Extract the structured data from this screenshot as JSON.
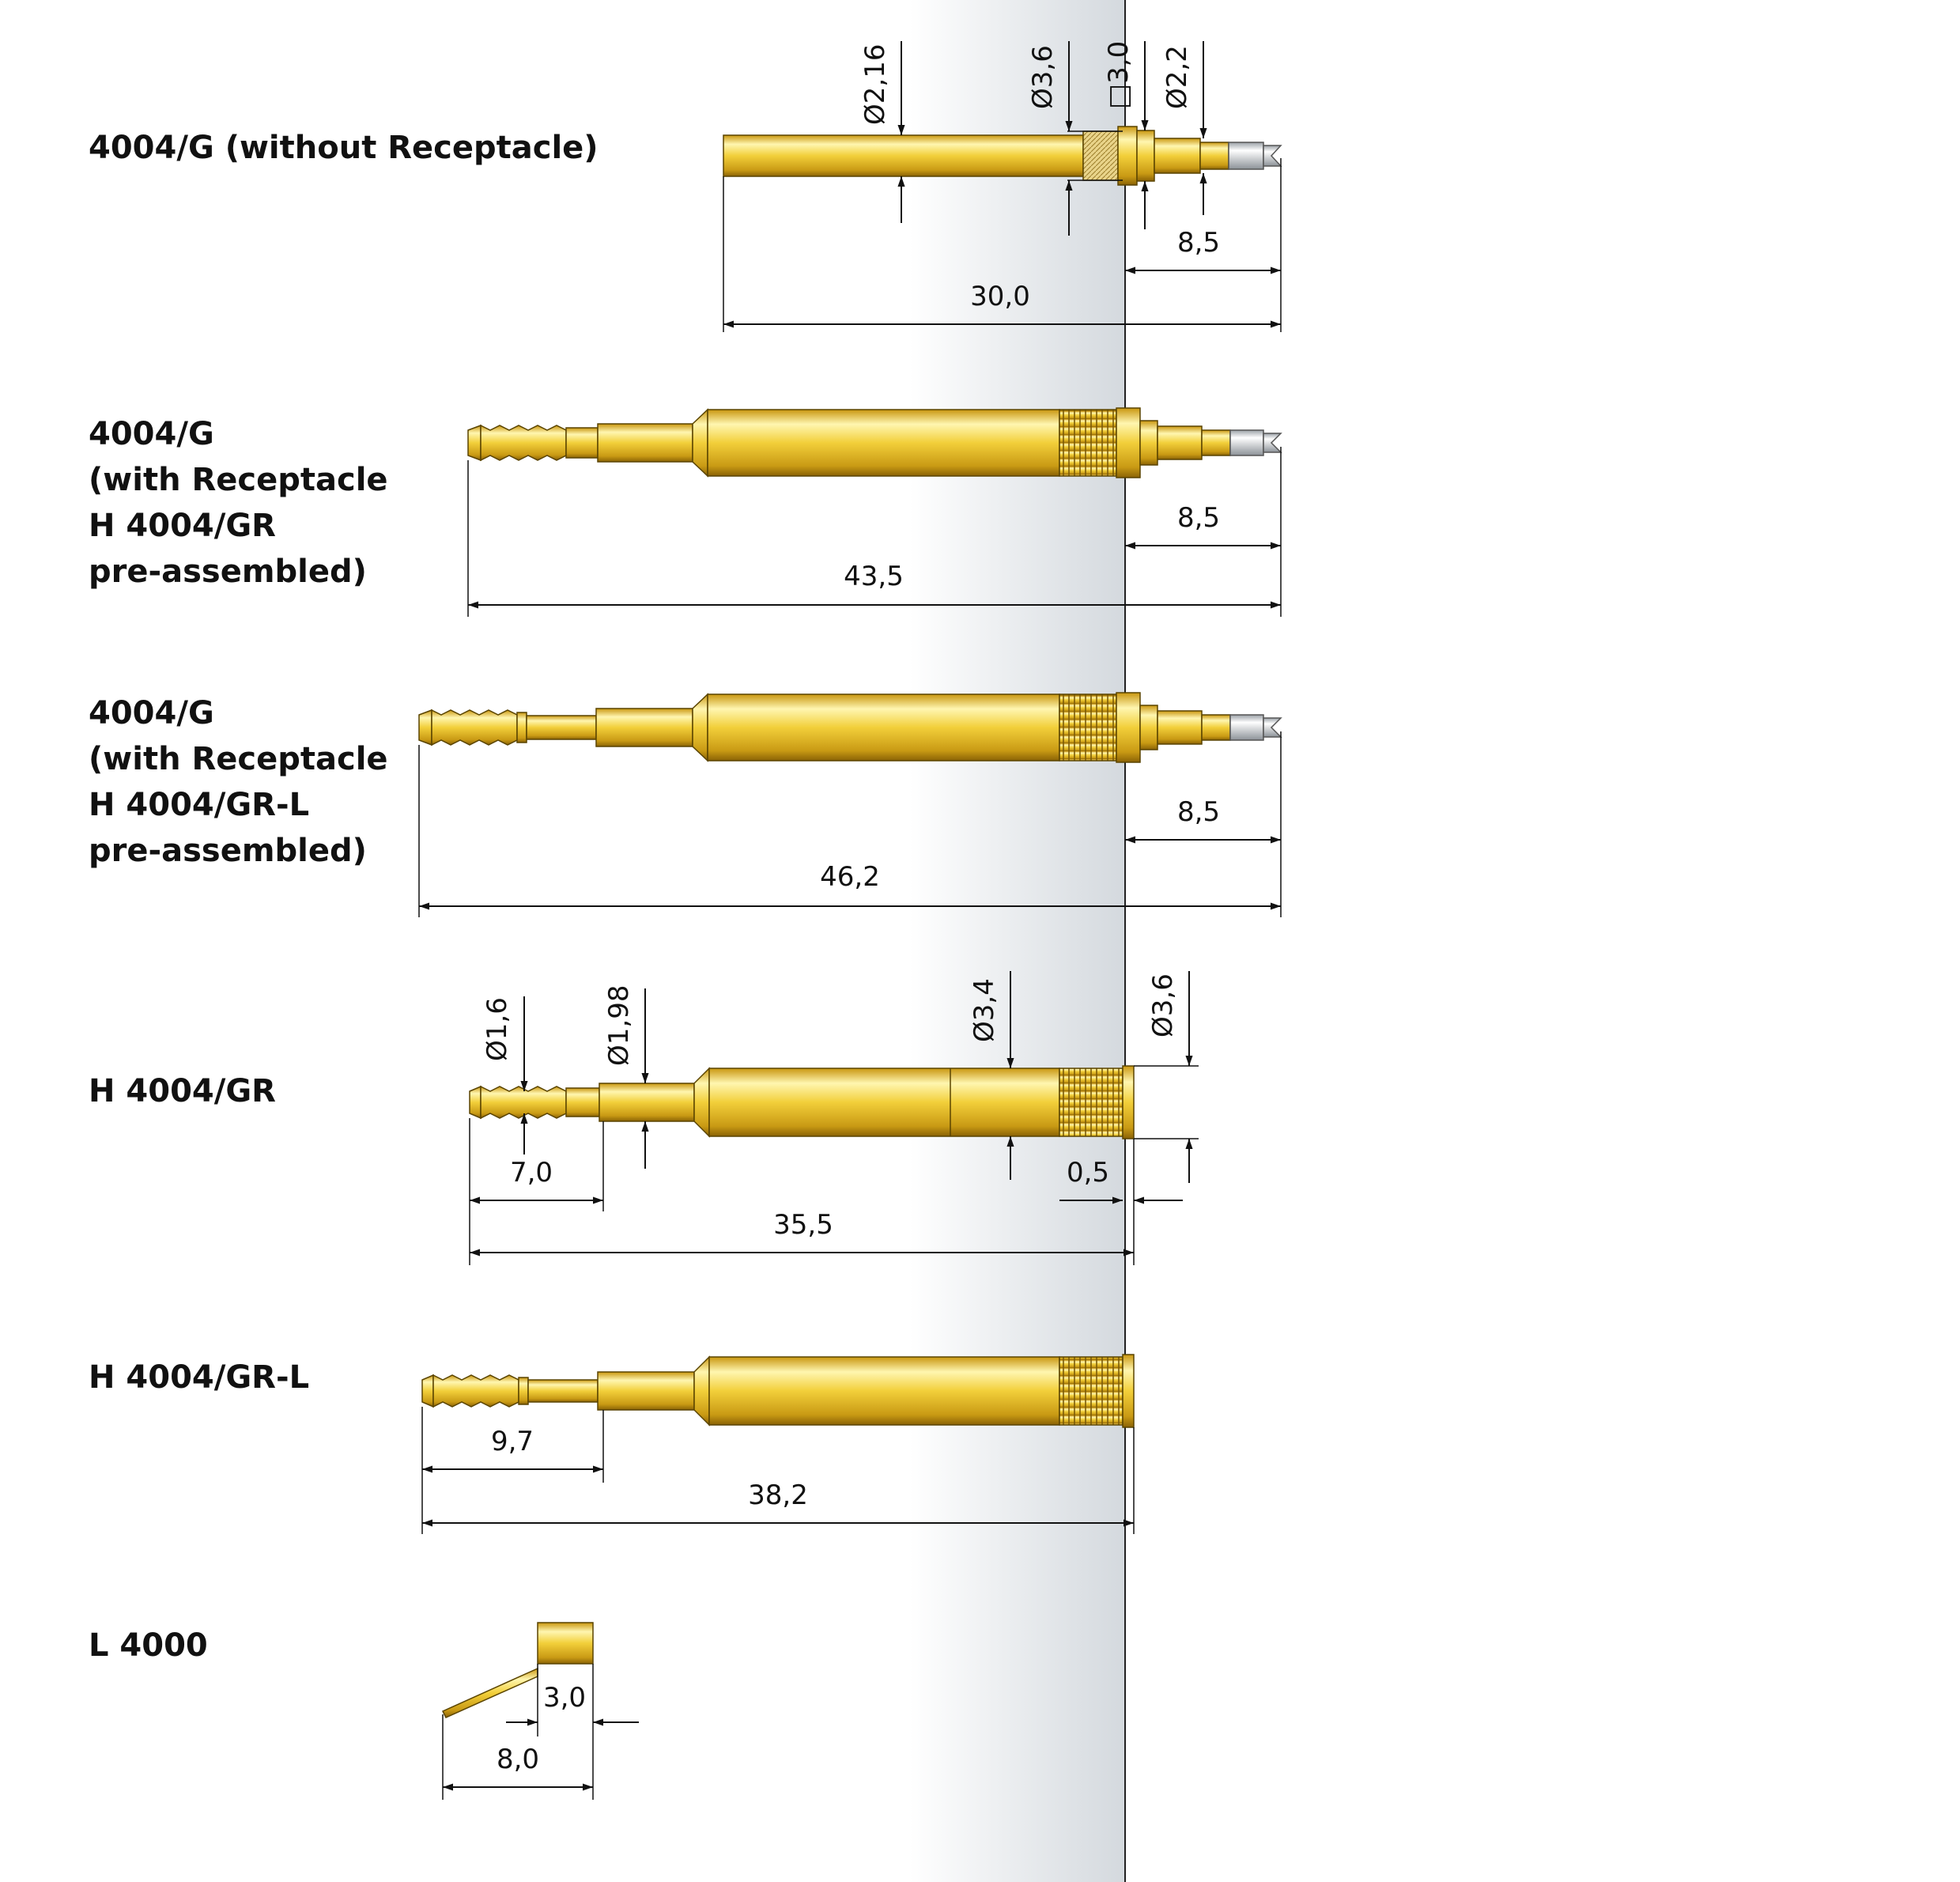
{
  "products": [
    {
      "id": "no-receptacle",
      "title_lines": [
        "4004/G (without Receptacle)"
      ],
      "dims": {
        "d1": "Ø2,16",
        "d2": "Ø3,6",
        "sq": "□3,0",
        "d3": "Ø2,2",
        "l1": "8,5",
        "total": "30,0"
      }
    },
    {
      "id": "with-gr",
      "title_lines": [
        "4004/G",
        "(with Receptacle",
        "H 4004/GR",
        "pre-assembled)"
      ],
      "dims": {
        "l1": "8,5",
        "total": "43,5"
      }
    },
    {
      "id": "with-gr-l",
      "title_lines": [
        "4004/G",
        "(with Receptacle",
        "H 4004/GR-L",
        "pre-assembled)"
      ],
      "dims": {
        "l1": "8,5",
        "total": "46,2"
      }
    },
    {
      "id": "gr",
      "title_lines": [
        "H 4004/GR"
      ],
      "dims": {
        "d1": "Ø1,6",
        "d2": "Ø1,98",
        "d3": "Ø3,4",
        "d4": "Ø3,6",
        "l1": "7,0",
        "l2": "0,5",
        "total": "35,5"
      }
    },
    {
      "id": "gr-l",
      "title_lines": [
        "H 4004/GR-L"
      ],
      "dims": {
        "l1": "9,7",
        "total": "38,2"
      }
    },
    {
      "id": "l4000",
      "title_lines": [
        "L 4000"
      ],
      "dims": {
        "h": "3,0",
        "l1": "8,0"
      }
    }
  ],
  "colors": {
    "gold_light": "#fff6b0",
    "gold_mid": "#f2cf3a",
    "gold_dark": "#b8870c",
    "outline": "#5a4400",
    "band_gray": "#d4d9de",
    "dim_line": "#111111"
  }
}
